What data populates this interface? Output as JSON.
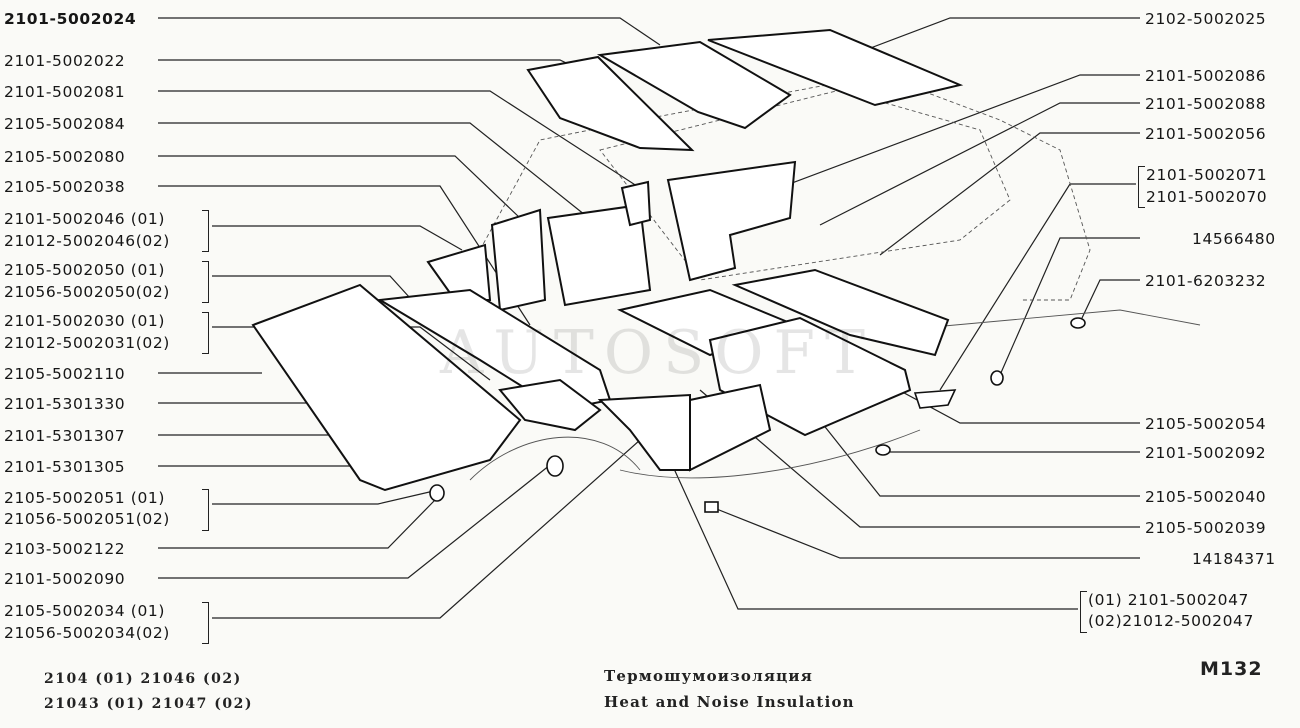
{
  "left_labels": [
    "2101-5002024",
    "2101-5002022",
    "2101-5002081",
    "2105-5002084",
    "2105-5002080",
    "2105-5002038",
    "2101-5002046 (01)",
    "21012-5002046(02)",
    "2105-5002050 (01)",
    "21056-5002050(02)",
    "2101-5002030 (01)",
    "21012-5002031(02)",
    "2105-5002110",
    "2101-5301330",
    "2101-5301307",
    "2101-5301305",
    "2105-5002051 (01)",
    "21056-5002051(02)",
    "2103-5002122",
    "2101-5002090",
    "2105-5002034 (01)",
    "21056-5002034(02)"
  ],
  "right_labels": [
    "2102-5002025",
    "2101-5002086",
    "2101-5002088",
    "2101-5002056",
    "2101-5002071",
    "2101-5002070",
    "14566480",
    "2101-6203232",
    "2105-5002054",
    "2101-5002092",
    "2105-5002040",
    "2105-5002039",
    "14184371",
    "(01)  2101-5002047",
    "(02)21012-5002047"
  ],
  "footer": {
    "models_row1": "2104   (01)    21046  (02)",
    "models_row2": "21043  (01)    21047  (02)",
    "title_ru": "Термошумоизоляция",
    "title_en": "Heat and Noise Insulation",
    "code": "M132"
  },
  "watermark": "AUTOSOFT",
  "colors": {
    "ink": "#1a1a1a",
    "background": "#fafaf7"
  }
}
